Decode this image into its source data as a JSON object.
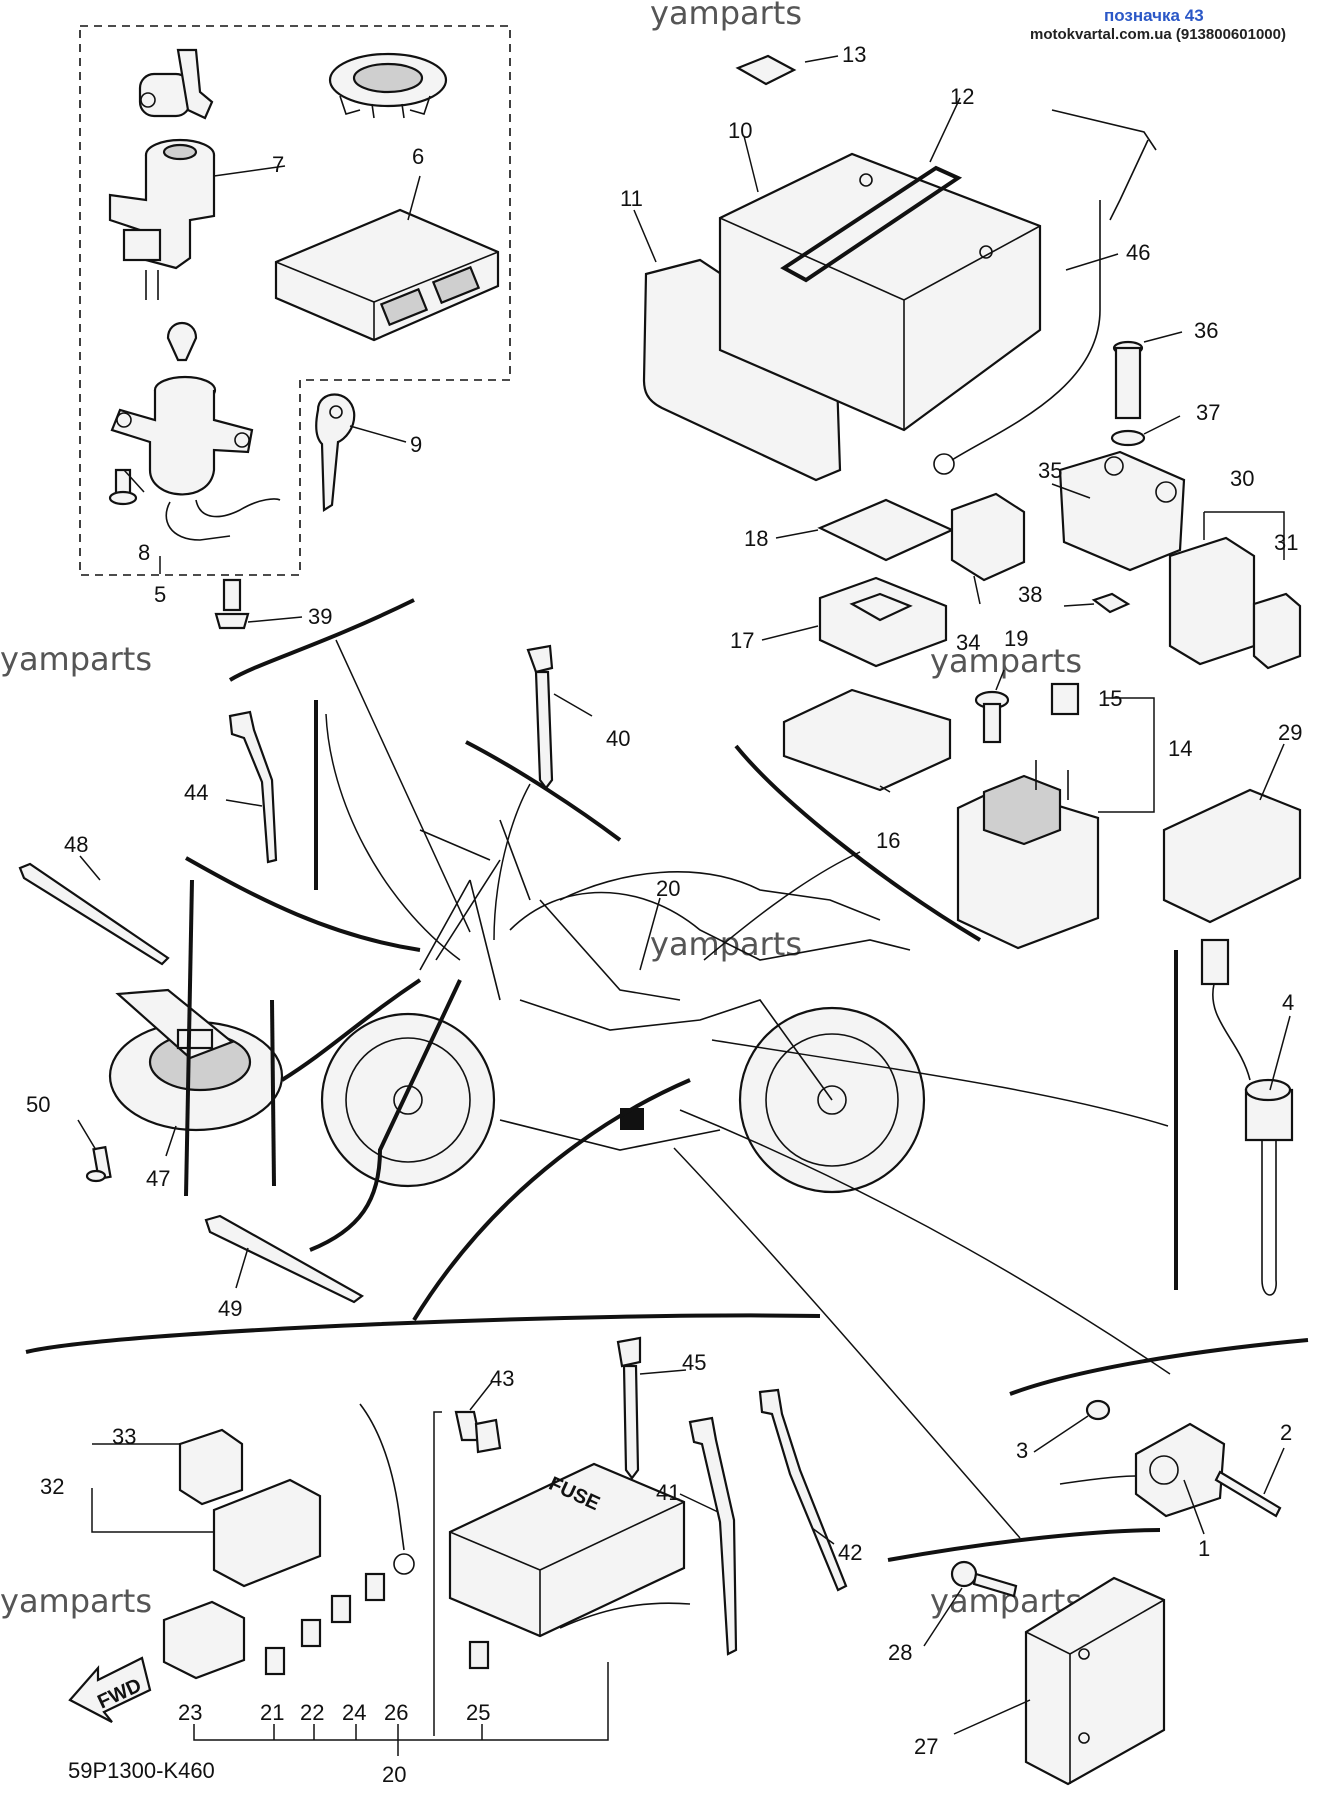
{
  "header": {
    "tag_label": "позначка 43",
    "site_contact": "motokvartal.com.ua (913800601000)"
  },
  "watermark_text": "yamparts",
  "diagram_code": "59P1300-K460",
  "fwd_label": "FWD",
  "fuse_label": "FUSE",
  "callouts": {
    "c1": "1",
    "c2": "2",
    "c3": "3",
    "c4": "4",
    "c5": "5",
    "c6": "6",
    "c7": "7",
    "c8": "8",
    "c9": "9",
    "c10": "10",
    "c11": "11",
    "c12": "12",
    "c13": "13",
    "c14": "14",
    "c15": "15",
    "c16": "16",
    "c17": "17",
    "c18": "18",
    "c19": "19",
    "c20a": "20",
    "c20b": "20",
    "c21": "21",
    "c22": "22",
    "c23": "23",
    "c24": "24",
    "c25": "25",
    "c26": "26",
    "c27": "27",
    "c28": "28",
    "c29": "29",
    "c30": "30",
    "c31": "31",
    "c32": "32",
    "c33": "33",
    "c34": "34",
    "c35": "35",
    "c36": "36",
    "c37": "37",
    "c38": "38",
    "c39": "39",
    "c40": "40",
    "c41": "41",
    "c42": "42",
    "c43": "43",
    "c44": "44",
    "c45": "45",
    "c46": "46",
    "c47": "47",
    "c48": "48",
    "c49": "49",
    "c50": "50"
  },
  "colors": {
    "line": "#111111",
    "watermark": "#555555",
    "tag": "#2b58c7"
  }
}
